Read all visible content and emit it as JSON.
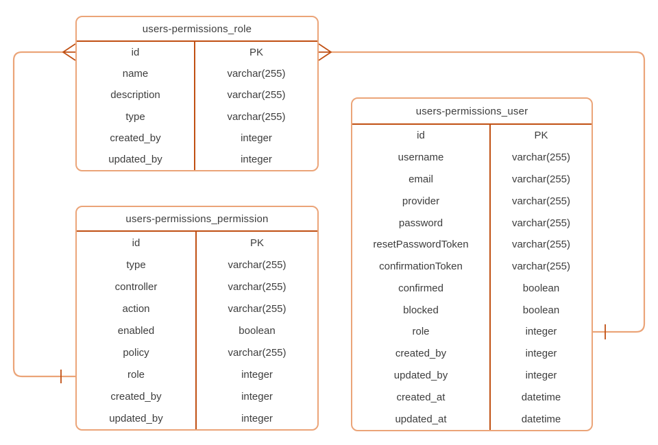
{
  "diagram": {
    "type": "entity-relationship",
    "background": "#ffffff",
    "stroke_color": "#EBA478",
    "divider_color": "#C04F12",
    "text_color": "#3D3D3D"
  },
  "entities": [
    {
      "name": "users-permissions_role",
      "fields": [
        {
          "name": "id",
          "type": "PK"
        },
        {
          "name": "name",
          "type": "varchar(255)"
        },
        {
          "name": "description",
          "type": "varchar(255)"
        },
        {
          "name": "type",
          "type": "varchar(255)"
        },
        {
          "name": "created_by",
          "type": "integer"
        },
        {
          "name": "updated_by",
          "type": "integer"
        }
      ]
    },
    {
      "name": "users-permissions_permission",
      "fields": [
        {
          "name": "id",
          "type": "PK"
        },
        {
          "name": "type",
          "type": "varchar(255)"
        },
        {
          "name": "controller",
          "type": "varchar(255)"
        },
        {
          "name": "action",
          "type": "varchar(255)"
        },
        {
          "name": "enabled",
          "type": "boolean"
        },
        {
          "name": "policy",
          "type": "varchar(255)"
        },
        {
          "name": "role",
          "type": "integer"
        },
        {
          "name": "created_by",
          "type": "integer"
        },
        {
          "name": "updated_by",
          "type": "integer"
        }
      ]
    },
    {
      "name": "users-permissions_user",
      "fields": [
        {
          "name": "id",
          "type": "PK"
        },
        {
          "name": "username",
          "type": "varchar(255)"
        },
        {
          "name": "email",
          "type": "varchar(255)"
        },
        {
          "name": "provider",
          "type": "varchar(255)"
        },
        {
          "name": "password",
          "type": "varchar(255)"
        },
        {
          "name": "resetPasswordToken",
          "type": "varchar(255)"
        },
        {
          "name": "confirmationToken",
          "type": "varchar(255)"
        },
        {
          "name": "confirmed",
          "type": "boolean"
        },
        {
          "name": "blocked",
          "type": "boolean"
        },
        {
          "name": "role",
          "type": "integer"
        },
        {
          "name": "created_by",
          "type": "integer"
        },
        {
          "name": "updated_by",
          "type": "integer"
        },
        {
          "name": "created_at",
          "type": "datetime"
        },
        {
          "name": "updated_at",
          "type": "datetime"
        }
      ]
    }
  ],
  "relationships": [
    {
      "from": "users-permissions_role",
      "from_field": "id",
      "from_cardinality": "many",
      "from_marker": "crow-foot",
      "to": "users-permissions_permission",
      "to_field": "role",
      "to_cardinality": "one",
      "to_marker": "tick"
    },
    {
      "from": "users-permissions_role",
      "from_field": "id",
      "from_cardinality": "many",
      "from_marker": "crow-foot",
      "to": "users-permissions_user",
      "to_field": "role",
      "to_cardinality": "one",
      "to_marker": "tick"
    }
  ]
}
